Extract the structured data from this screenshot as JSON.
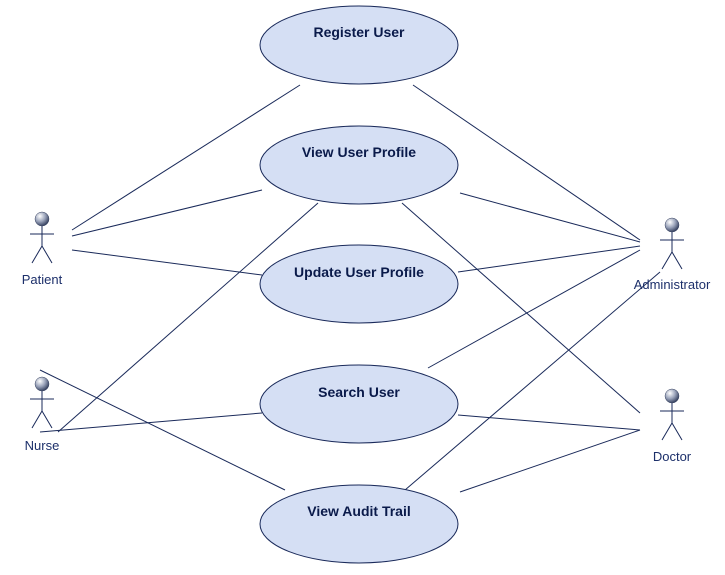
{
  "diagram": {
    "actors": [
      {
        "id": "patient",
        "label": "Patient"
      },
      {
        "id": "nurse",
        "label": "Nurse"
      },
      {
        "id": "administrator",
        "label": "Administrator"
      },
      {
        "id": "doctor",
        "label": "Doctor"
      }
    ],
    "use_cases": [
      {
        "id": "register_user",
        "label": "Register User"
      },
      {
        "id": "view_user_profile",
        "label": "View User Profile"
      },
      {
        "id": "update_user_profile",
        "label": "Update User Profile"
      },
      {
        "id": "search_user",
        "label": "Search User"
      },
      {
        "id": "view_audit_trail",
        "label": "View Audit Trail"
      }
    ],
    "associations": [
      [
        "patient",
        "register_user"
      ],
      [
        "patient",
        "view_user_profile"
      ],
      [
        "patient",
        "update_user_profile"
      ],
      [
        "nurse",
        "view_user_profile"
      ],
      [
        "nurse",
        "search_user"
      ],
      [
        "nurse",
        "view_audit_trail"
      ],
      [
        "administrator",
        "register_user"
      ],
      [
        "administrator",
        "view_user_profile"
      ],
      [
        "administrator",
        "update_user_profile"
      ],
      [
        "administrator",
        "search_user"
      ],
      [
        "administrator",
        "view_audit_trail"
      ],
      [
        "doctor",
        "view_user_profile"
      ],
      [
        "doctor",
        "search_user"
      ],
      [
        "doctor",
        "view_audit_trail"
      ]
    ],
    "colors": {
      "use_case_fill": "#d5dff4",
      "stroke": "#1a2a5a",
      "actor_head": "#8b95ad"
    }
  }
}
